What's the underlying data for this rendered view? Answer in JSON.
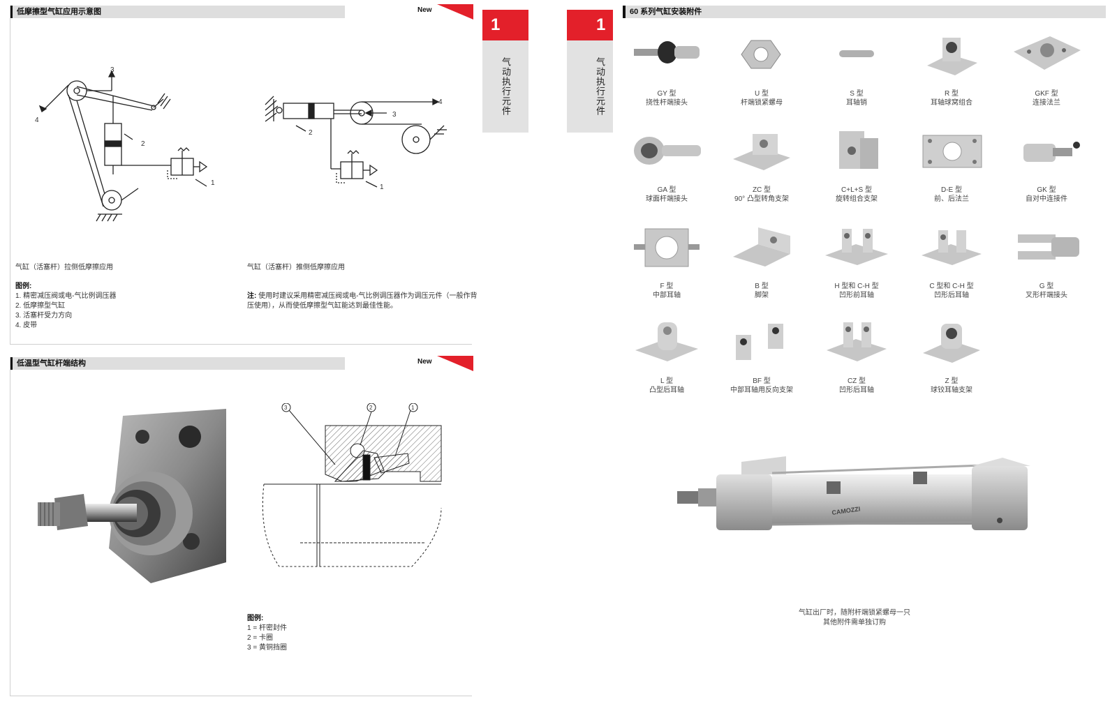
{
  "left_page": {
    "section1": {
      "title": "低摩擦型气缸应用示意图",
      "badge": "New",
      "diagram_left": {
        "labels": [
          "1",
          "2",
          "3",
          "4"
        ]
      },
      "diagram_right": {
        "labels": [
          "1",
          "2",
          "3",
          "4"
        ]
      },
      "caption_left": "气缸（活塞杆）拉侧低摩擦应用",
      "caption_right": "气缸（活塞杆）推侧低摩擦应用",
      "legend_title": "图例:",
      "legend_items": [
        "1. 精密减压阀或电-气比例调压器",
        "2. 低摩擦型气缸",
        "3. 活塞杆受力方向",
        "4. 皮带"
      ],
      "note_label": "注:",
      "note_text": "使用时建议采用精密减压阀或电-气比例调压器作为调压元件（一般作背压使用），从而使低摩擦型气缸能达到最佳性能。"
    },
    "section2": {
      "title": "低温型气缸杆端结构",
      "badge": "New",
      "diagram_labels": [
        "3",
        "2",
        "1"
      ],
      "legend_title": "图例:",
      "legend_items": [
        "1 = 杆密封件",
        "2 = 卡圈",
        "3 = 黄铜挡圈"
      ]
    },
    "tab": {
      "number": "1",
      "text": "气动执行元件"
    }
  },
  "right_page": {
    "tab": {
      "number": "1",
      "text": "气动执行元件"
    },
    "section_title": "60 系列气缸安装附件",
    "accessories": [
      {
        "model": "GY 型",
        "name": "挠性杆端接头",
        "icon": "flex-rod-end-icon"
      },
      {
        "model": "U 型",
        "name": "杆端锁紧螺母",
        "icon": "hex-nut-icon"
      },
      {
        "model": "S 型",
        "name": "耳轴销",
        "icon": "pin-icon"
      },
      {
        "model": "R 型",
        "name": "耳轴球窝组合",
        "icon": "ball-joint-bracket-icon"
      },
      {
        "model": "GKF 型",
        "name": "连接法兰",
        "icon": "flange-icon"
      },
      {
        "model": "GA 型",
        "name": "球面杆端接头",
        "icon": "spherical-rod-end-icon"
      },
      {
        "model": "ZC 型",
        "name": "90° 凸型转角支架",
        "icon": "angle-bracket-icon"
      },
      {
        "model": "C+L+S 型",
        "name": "旋转组合支架",
        "icon": "swivel-bracket-icon"
      },
      {
        "model": "D-E 型",
        "name": "前、后法兰",
        "icon": "front-rear-flange-icon"
      },
      {
        "model": "GK 型",
        "name": "自对中连接件",
        "icon": "self-align-coupler-icon"
      },
      {
        "model": "F 型",
        "name": "中部耳轴",
        "icon": "center-trunnion-icon"
      },
      {
        "model": "B 型",
        "name": "脚架",
        "icon": "foot-bracket-icon"
      },
      {
        "model": "H 型和 C-H 型",
        "name": "凹形前耳轴",
        "icon": "female-front-clevis-icon"
      },
      {
        "model": "C 型和 C-H 型",
        "name": "凹形后耳轴",
        "icon": "female-rear-clevis-icon"
      },
      {
        "model": "G 型",
        "name": "叉形杆端接头",
        "icon": "fork-rod-end-icon"
      },
      {
        "model": "L 型",
        "name": "凸型后耳轴",
        "icon": "male-rear-clevis-icon"
      },
      {
        "model": "BF 型",
        "name": "中部耳轴用反向支架",
        "icon": "trunnion-support-icon"
      },
      {
        "model": "CZ 型",
        "name": "凹形后耳轴",
        "icon": "female-rear-clevis-cz-icon"
      },
      {
        "model": "Z 型",
        "name": "球铰耳轴支架",
        "icon": "ball-hinge-bracket-icon"
      }
    ],
    "cylinder_label": "CAMOZZI",
    "footnote_line1": "气缸出厂时，随附杆端锁紧螺母一只",
    "footnote_line2": "其他附件需单独订购"
  }
}
